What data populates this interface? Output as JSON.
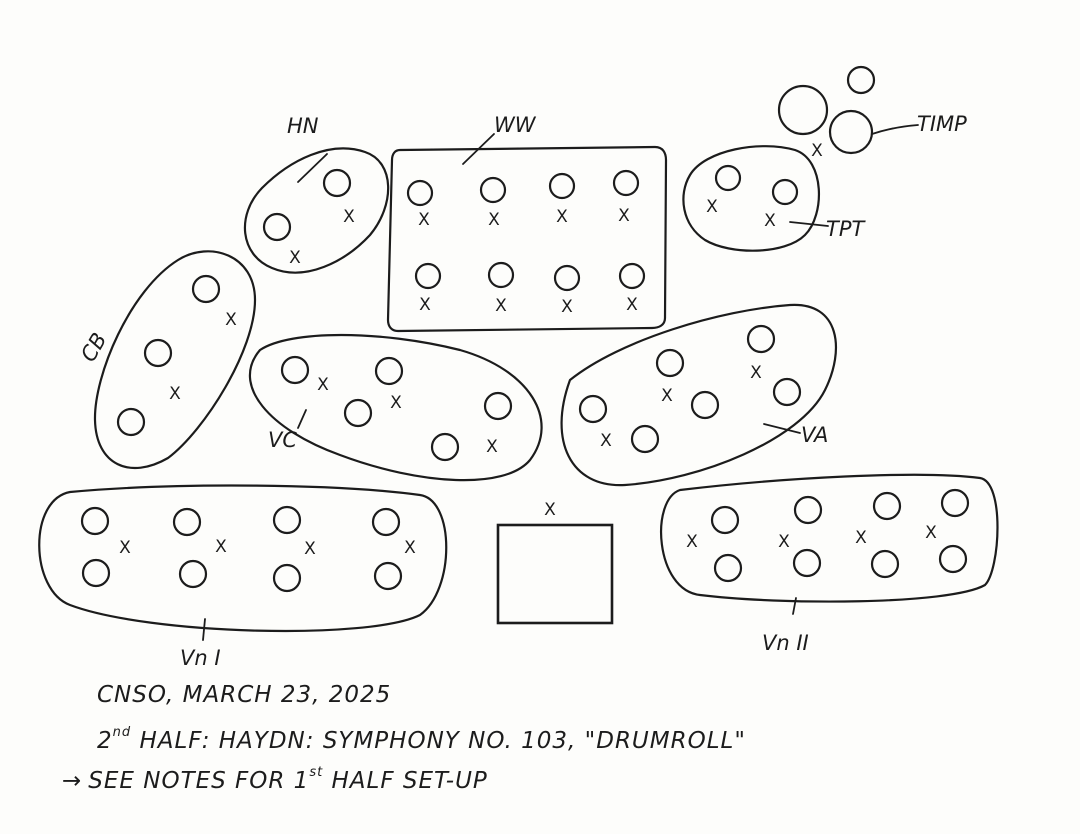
{
  "diagram": {
    "sections": {
      "horns": {
        "label": "HN"
      },
      "woodwinds": {
        "label": "WW"
      },
      "timpani": {
        "label": "TIMP"
      },
      "trumpets": {
        "label": "TPT"
      },
      "basses": {
        "label": "CB"
      },
      "cellos": {
        "label": "VC"
      },
      "violas": {
        "label": "VA"
      },
      "violins1": {
        "label": "Vn I"
      },
      "violins2": {
        "label": "Vn II"
      }
    },
    "seat_mark": "X",
    "conductor_mark": "X"
  },
  "notes": {
    "line1": "CNSO, MARCH 23, 2025",
    "line2_a": "2",
    "line2_sup": "nd",
    "line2_b": " HALF: HAYDN: SYMPHONY NO. 103, \"DRUMROLL\"",
    "line3_arrow": "→",
    "line3_a": "SEE NOTES FOR 1",
    "line3_sup": "st",
    "line3_b": " HALF SET-UP"
  }
}
